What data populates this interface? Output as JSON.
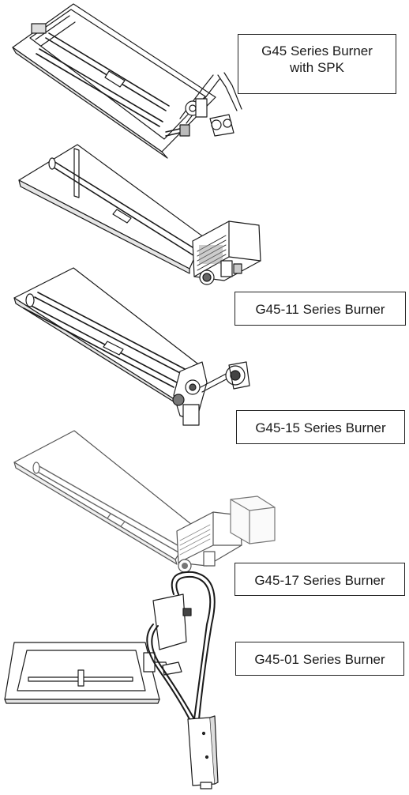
{
  "labels": {
    "g45": {
      "line1": "G45 Series Burner",
      "line2": "with SPK"
    },
    "g45_11": "G45-11 Series Burner",
    "g45_15": "G45-15 Series Burner",
    "g45_17": "G45-17 Series Burner",
    "g45_01": "G45-01 Series Burner"
  },
  "colors": {
    "stroke": "#1a1a1a",
    "shade": "#cfcfcf",
    "background": "#ffffff"
  }
}
